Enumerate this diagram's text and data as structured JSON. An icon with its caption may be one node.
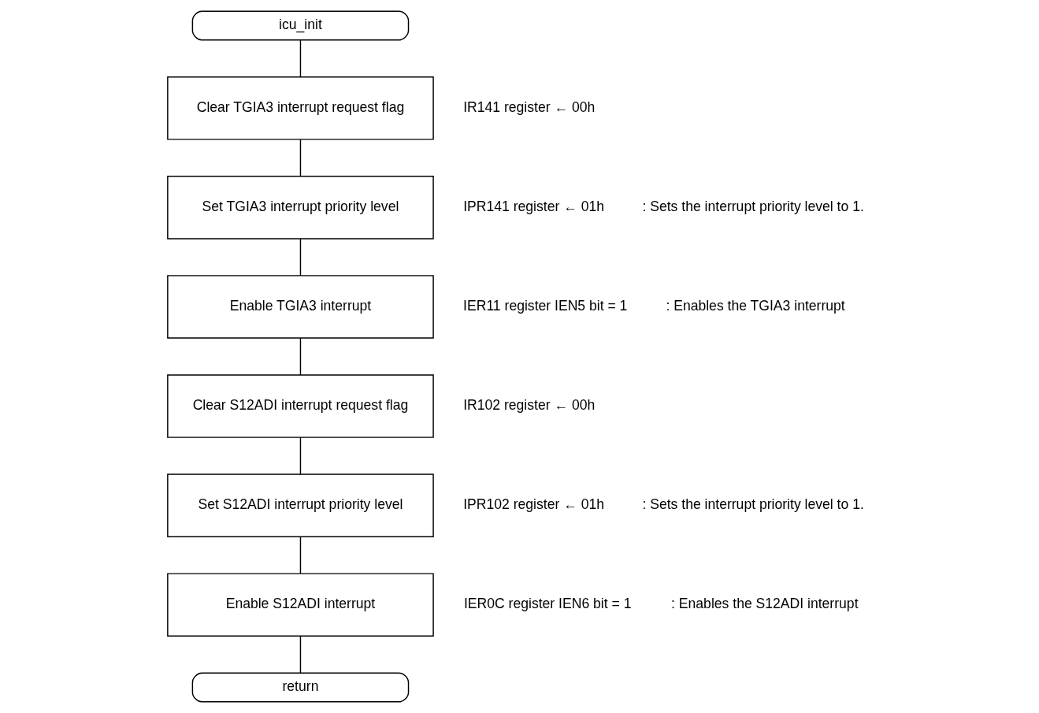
{
  "diagram": {
    "nodes": [
      {
        "text": [
          "icu_init"
        ]
      },
      {
        "text": [
          "Clear TGIA3 interrupt request flag"
        ],
        "beside": [
          "IR141 register ← 00h"
        ]
      },
      {
        "text": [
          "Set TGIA3 interrupt priority level"
        ],
        "beside": [
          "IPR141 register ← 01h",
          ": Sets the interrupt priority level to 1."
        ]
      },
      {
        "text": [
          "Enable TGIA3 interrupt"
        ],
        "beside": [
          "IER11 register IEN5 bit = 1",
          ": Enables the TGIA3 interrupt"
        ]
      },
      {
        "text": [
          "Clear S12ADI interrupt request flag"
        ],
        "beside": [
          "IR102 register ← 00h"
        ]
      },
      {
        "text": [
          "Set S12ADI interrupt priority level"
        ],
        "beside": [
          "IPR102 register ← 01h",
          ": Sets the interrupt priority level to 1."
        ]
      },
      {
        "text": [
          "Enable S12ADI interrupt"
        ],
        "beside": [
          "IER0C register IEN6 bit = 1",
          ": Enables the S12ADI interrupt"
        ]
      },
      {
        "text": [
          "return"
        ]
      }
    ],
    "edges": [
      {
        "from": 0,
        "to": 1,
        "arrow": "none"
      },
      {
        "from": 1,
        "to": 2,
        "arrow": "none"
      },
      {
        "from": 2,
        "to": 3,
        "arrow": "none"
      },
      {
        "from": 3,
        "to": 4,
        "arrow": "none"
      },
      {
        "from": 4,
        "to": 5,
        "arrow": "none"
      },
      {
        "from": 5,
        "to": 6,
        "arrow": "none"
      },
      {
        "from": 6,
        "to": 7,
        "arrow": "none"
      }
    ]
  }
}
